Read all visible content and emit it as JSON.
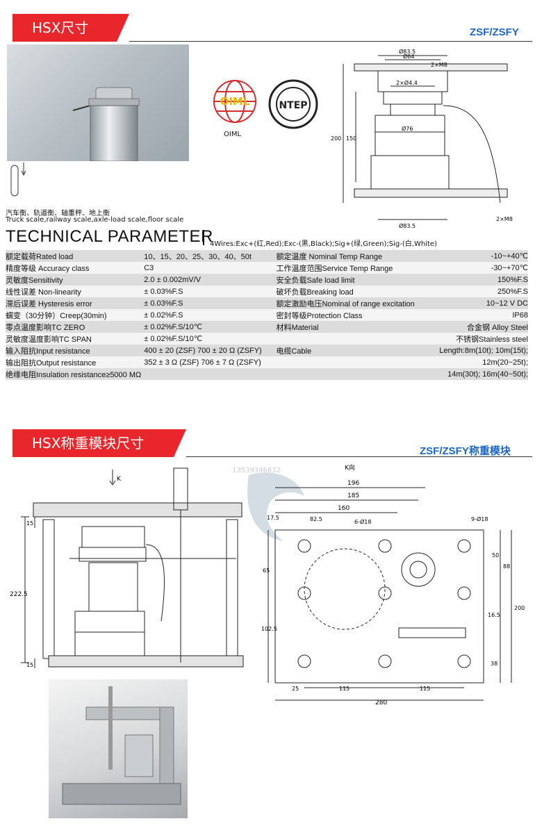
{
  "section1": {
    "title": "HSX尺寸",
    "brand": "ZSF/ZSFY",
    "oiml_label": "OIML",
    "oiml_logo_text": "OIML",
    "ntep_logo_text": "NTEP",
    "usage_cn": "汽车衡、轨道衡、轴重秤、地上衡",
    "usage_en": "Truck scale,railway scale,axle-load scale,floor scale",
    "dims": {
      "top_d1": "Ø83.5",
      "top_d2": "Ø64",
      "screw_top": "2×M8",
      "hole": "2×Ø4.4",
      "body_d": "Ø76",
      "h_total": "200",
      "h_body": "150",
      "bottom_d": "Ø83.5",
      "screw_bottom": "2×M8"
    }
  },
  "tech": {
    "title": "TECHNICAL PARAMETER",
    "wires": "4Wires:Exc+(红,Red);Exc-(黑,Black);Sig+(绿,Green);Sig-(白,White)",
    "rows": [
      {
        "l1": "额定载荷Rated load",
        "v1": "10、15、20、25、30、40、50t",
        "l2": "额定温度 Nominal Temp Range",
        "v2": "-10~+40℃"
      },
      {
        "l1": "精度等级 Accuracy class",
        "v1": "C3",
        "l2": "工作温度范围Service Temp Range",
        "v2": "-30~+70℃"
      },
      {
        "l1": "灵敏度Sensitivity",
        "v1": "2.0 ± 0.002mV/V",
        "l2": "安全负载Safe load limit",
        "v2": "150%F.S"
      },
      {
        "l1": "线性误差 Non-linearity",
        "v1": "± 0.03%F.S",
        "l2": "破坏负载Breaking load",
        "v2": "250%F.S"
      },
      {
        "l1": "滞后误差 Hysteresis error",
        "v1": "± 0.03%F.S",
        "l2": "额定激励电压Nominal of range excitation",
        "v2": "10~12 V DC"
      },
      {
        "l1": "蠕变（30分钟）Creep(30min)",
        "v1": "± 0.02%F.S",
        "l2": "密封等级Protection Class",
        "v2": "IP68"
      },
      {
        "l1": "零点温度影响TC ZERO",
        "v1": "± 0.02%F.S/10℃",
        "l2": "材料Material",
        "v2": "合金钢 Alloy Steel"
      },
      {
        "l1": "灵敏度温度影响TC SPAN",
        "v1": "± 0.02%F.S/10℃",
        "l2": "",
        "v2": "不锈钢Stainless steel"
      },
      {
        "l1": "输入阻抗Input resistance",
        "v1": "400 ± 20 (ZSF) 700 ± 20 Ω (ZSFY)",
        "l2": "电缆Cable",
        "v2": "Length:8m(10t); 10m(15t);"
      },
      {
        "l1": "输出阻抗Output resistance",
        "v1": "352 ± 3 Ω (ZSF)   706 ± 7 Ω (ZSFY)",
        "l2": "",
        "v2": "12m(20~25t);"
      },
      {
        "l1": "绝缘电阻Insulation resistance≥5000 MΩ",
        "v1": "",
        "l2": "",
        "v2": "14m(30t); 16m(40~50t);"
      }
    ]
  },
  "section2": {
    "title": "HSX称重模块尺寸",
    "brand": "ZSF/ZSFY称重模块",
    "watermark": "13539346632",
    "left": {
      "k": "K",
      "d222": "222.5",
      "d15a": "15",
      "d15b": "15"
    },
    "right": {
      "k": "K向",
      "d196": "196",
      "d185": "185",
      "d160": "160",
      "d175": "17.5",
      "d825": "82.5",
      "h6": "6-Ø18",
      "h9": "9-Ø18",
      "d65": "65",
      "d1025": "102.5",
      "d50": "50",
      "d88": "88",
      "d165": "16.5",
      "d200": "200",
      "d38": "38",
      "d25": "25",
      "d115a": "115",
      "d115b": "115",
      "d280": "280"
    }
  }
}
